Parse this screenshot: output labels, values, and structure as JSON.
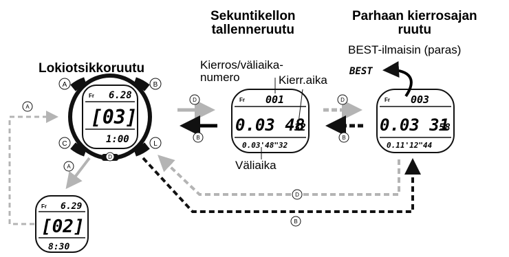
{
  "titles": {
    "log_screen": "Lokiotsikkoruutu",
    "stopwatch_screen": [
      "Sekuntikellon",
      "tallenneruutu"
    ],
    "best_screen": [
      "Parhaan kierrosajan",
      "ruutu"
    ]
  },
  "annotations": {
    "best_indicator": "BEST-ilmaisin (paras)",
    "lap_number": [
      "Kierros/väliaika-",
      "numero"
    ],
    "lap_time": "Kierr.aika",
    "split_time": "Väliaika"
  },
  "buttons": {
    "a": "A",
    "b": "B",
    "c": "C",
    "d": "D",
    "l": "L"
  },
  "watch_log": {
    "date": "6.28",
    "record": "[03]",
    "time": "1:00",
    "mode": "Fr"
  },
  "watch_log_prev": {
    "date": "6.29",
    "record": "[02]",
    "time": "8:30",
    "mode": "Fr"
  },
  "watch_record": {
    "lap_no": "001",
    "main": "0.03 48",
    "sub": "32",
    "split": "0.03'48\"32",
    "mode": "Fr"
  },
  "watch_best": {
    "lap_no": "003",
    "main": "0.03 31",
    "sub": "58",
    "split": "0.11'12\"44",
    "mode": "Fr"
  },
  "best_badge": "BEST",
  "colors": {
    "solid_arrow": "#000000",
    "dashed_arrow_light": "#b4b4b4",
    "dashed_arrow_dark": "#111111",
    "watch_rim": "#111111",
    "screen": "#ffffff"
  }
}
